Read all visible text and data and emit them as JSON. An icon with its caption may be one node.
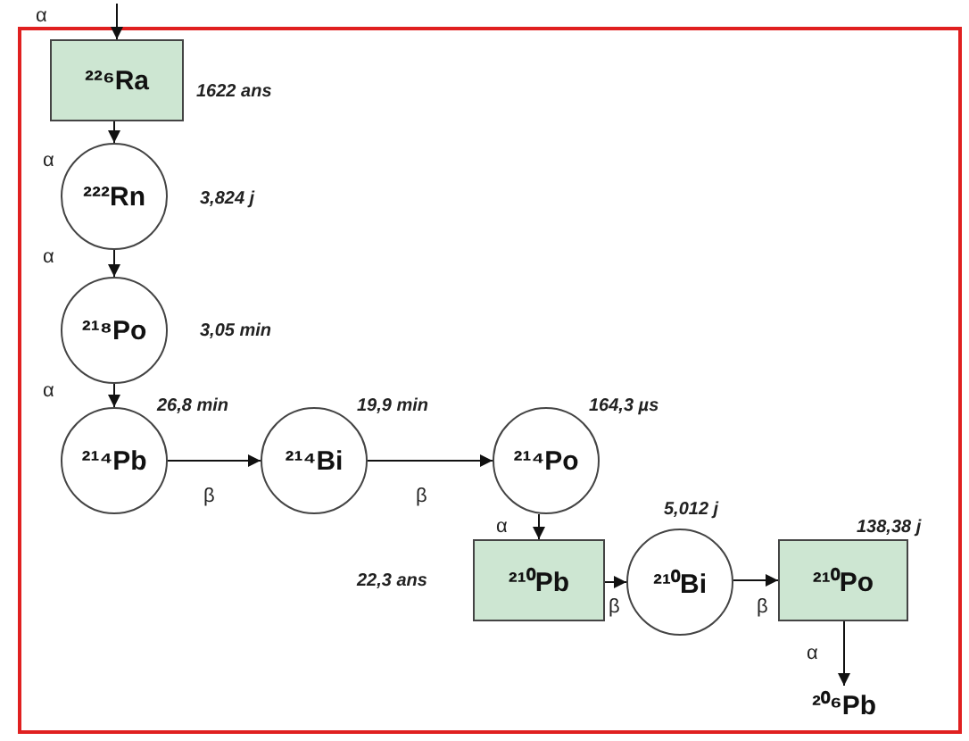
{
  "diagram": {
    "nodes": [
      {
        "text": [
          "²²⁶Ra"
        ],
        "beside": [
          "1622 ans"
        ]
      },
      {
        "text": [
          "²²²Rn"
        ],
        "beside": [
          "3,824 j"
        ]
      },
      {
        "text": [
          "²¹⁸Po"
        ],
        "beside": [
          "3,05 min"
        ]
      },
      {
        "text": [
          "²¹⁴Pb"
        ],
        "beside": [
          "26,8 min"
        ]
      },
      {
        "text": [
          "²¹⁴Bi"
        ],
        "beside": [
          "19,9 min"
        ]
      },
      {
        "text": [
          "²¹⁴Po"
        ],
        "beside": [
          "164,3 µs"
        ]
      },
      {
        "text": [
          "²¹⁰Pb"
        ],
        "beside": [
          "22,3 ans"
        ]
      },
      {
        "text": [
          "²¹⁰Bi"
        ],
        "beside": [
          "5,012 j"
        ]
      },
      {
        "text": [
          "²¹⁰Po"
        ],
        "beside": [
          "138,38 j"
        ]
      },
      {
        "text": [
          "²⁰⁶Pb"
        ]
      }
    ],
    "edges": [
      {
        "from": null,
        "to": 0,
        "arrow": "to",
        "label": "α"
      },
      {
        "from": 0,
        "to": 1,
        "arrow": "to",
        "label": "α"
      },
      {
        "from": 1,
        "to": 2,
        "arrow": "to",
        "label": "α"
      },
      {
        "from": 2,
        "to": 3,
        "arrow": "to",
        "label": "α"
      },
      {
        "from": 3,
        "to": 4,
        "arrow": "to",
        "label": "β"
      },
      {
        "from": 4,
        "to": 5,
        "arrow": "to",
        "label": "β"
      },
      {
        "from": 5,
        "to": 6,
        "arrow": "to",
        "label": "α"
      },
      {
        "from": 6,
        "to": 7,
        "arrow": "to",
        "label": "β"
      },
      {
        "from": 7,
        "to": 8,
        "arrow": "to",
        "label": "β"
      },
      {
        "from": 8,
        "to": 9,
        "arrow": "to",
        "label": "α"
      }
    ]
  }
}
